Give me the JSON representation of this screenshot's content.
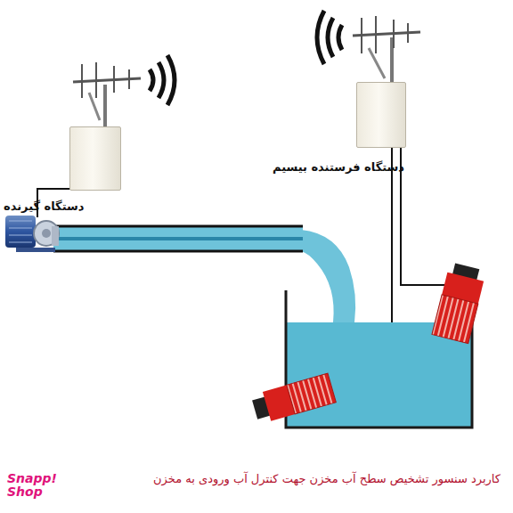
{
  "diagram": {
    "caption": "کاربرد سنسور تشخیص سطح آب مخزن جهت کنترل آب ورودی به مخزن",
    "nodes": [
      {
        "text": [
          "دستگاه فرستنده بیسیم"
        ]
      },
      {
        "text": [
          "دستگاه گیرنده"
        ]
      }
    ],
    "labels": [
      "Snapp! Shop"
    ]
  }
}
